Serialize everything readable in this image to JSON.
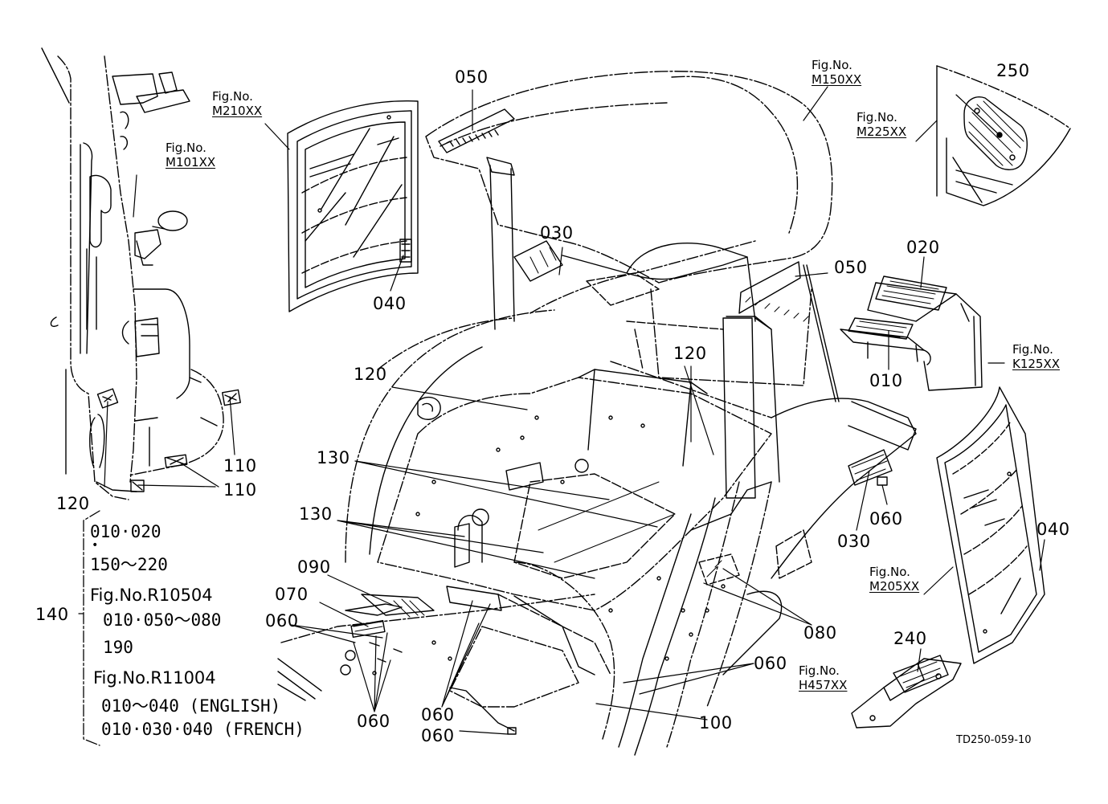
{
  "figure_refs": {
    "m101": {
      "title": "Fig.No.",
      "code": "M101XX"
    },
    "m210": {
      "title": "Fig.No.",
      "code": "M210XX"
    },
    "m150": {
      "title": "Fig.No.",
      "code": "M150XX"
    },
    "m225": {
      "title": "Fig.No.",
      "code": "M225XX"
    },
    "k125": {
      "title": "Fig.No.",
      "code": "K125XX"
    },
    "m205": {
      "title": "Fig.No.",
      "code": "M205XX"
    },
    "h457": {
      "title": "Fig.No.",
      "code": "H457XX"
    }
  },
  "part_labels": {
    "p050_top": "050",
    "p050_right": "050",
    "p250": "250",
    "p030_upper": "030",
    "p040_upper": "040",
    "p020": "020",
    "p010": "010",
    "p120_center": "120",
    "p120_left": "120",
    "p120_mid": "120",
    "p110_upper": "110",
    "p110_lower": "110",
    "p130_upper": "130",
    "p130_lower": "130",
    "p060_right": "060",
    "p030_right": "030",
    "p040_right": "040",
    "p090": "090",
    "p070": "070",
    "p060_left": "060",
    "p080": "080",
    "p060_lower_right": "060",
    "p240": "240",
    "p100": "100",
    "p060_bottom_a": "060",
    "p060_bottom_b": "060",
    "p060_bottom_c": "060",
    "p140": "140"
  },
  "legend_lines": [
    "010·020",
    "•",
    "150～220",
    "Fig.No.R10504",
    "010·050～080",
    "190",
    "Fig.No.R11004",
    "010～040 (ENGLISH)",
    "010·030·040 (FRENCH)"
  ],
  "drawing_code": "TD250-059-10"
}
